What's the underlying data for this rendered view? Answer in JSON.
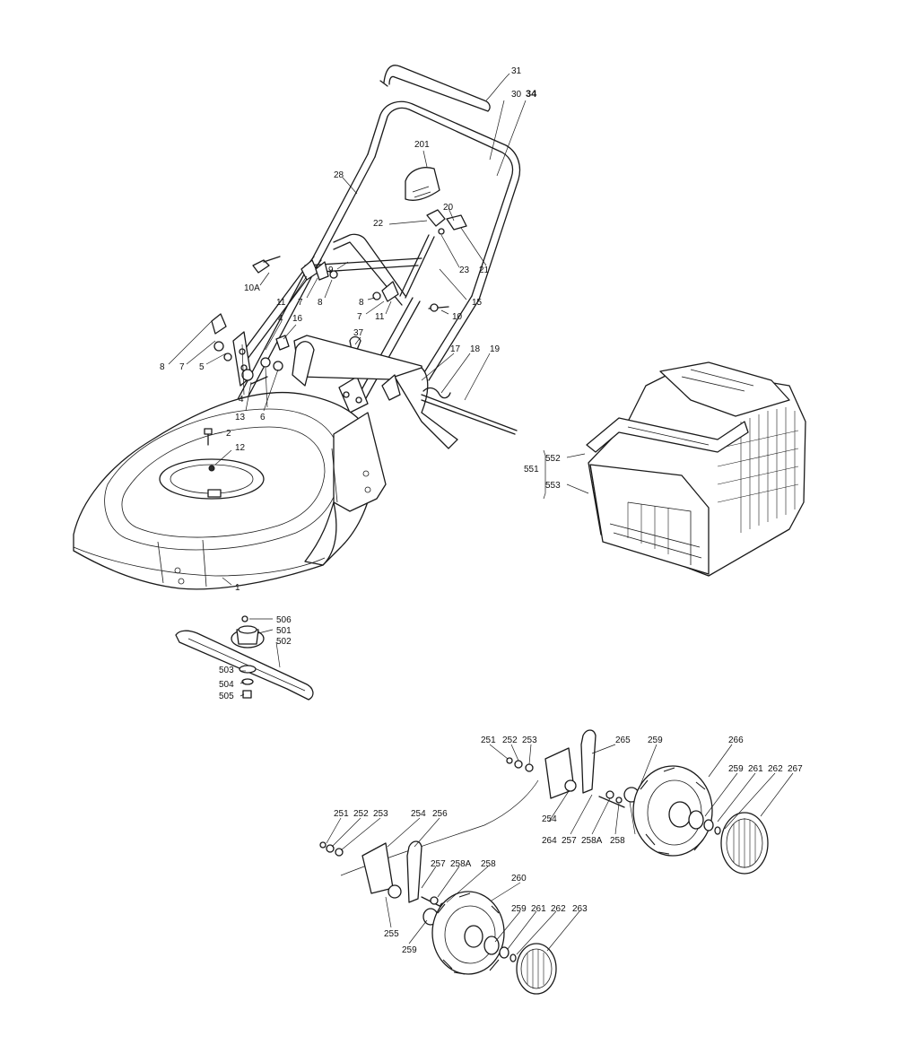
{
  "diagram": {
    "labels": [
      {
        "id": "31",
        "text": "31"
      },
      {
        "id": "30",
        "text": "30"
      },
      {
        "id": "34",
        "text": "34"
      },
      {
        "id": "201",
        "text": "201"
      },
      {
        "id": "28",
        "text": "28"
      },
      {
        "id": "20",
        "text": "20"
      },
      {
        "id": "22",
        "text": "22"
      },
      {
        "id": "23",
        "text": "23"
      },
      {
        "id": "21",
        "text": "21"
      },
      {
        "id": "10A",
        "text": "10A"
      },
      {
        "id": "9",
        "text": "9"
      },
      {
        "id": "15",
        "text": "15"
      },
      {
        "id": "11a",
        "text": "11"
      },
      {
        "id": "7a",
        "text": "7"
      },
      {
        "id": "8a",
        "text": "8"
      },
      {
        "id": "8b",
        "text": "8"
      },
      {
        "id": "7b",
        "text": "7"
      },
      {
        "id": "11b",
        "text": "11"
      },
      {
        "id": "10",
        "text": "10"
      },
      {
        "id": "4a",
        "text": "4"
      },
      {
        "id": "16",
        "text": "16"
      },
      {
        "id": "37",
        "text": "37"
      },
      {
        "id": "17",
        "text": "17"
      },
      {
        "id": "18",
        "text": "18"
      },
      {
        "id": "19",
        "text": "19"
      },
      {
        "id": "8c",
        "text": "8"
      },
      {
        "id": "7c",
        "text": "7"
      },
      {
        "id": "5",
        "text": "5"
      },
      {
        "id": "4b",
        "text": "4"
      },
      {
        "id": "13",
        "text": "13"
      },
      {
        "id": "6",
        "text": "6"
      },
      {
        "id": "2",
        "text": "2"
      },
      {
        "id": "12",
        "text": "12"
      },
      {
        "id": "1",
        "text": "1"
      },
      {
        "id": "552",
        "text": "552"
      },
      {
        "id": "551",
        "text": "551"
      },
      {
        "id": "553",
        "text": "553"
      },
      {
        "id": "506",
        "text": "506"
      },
      {
        "id": "501",
        "text": "501"
      },
      {
        "id": "502",
        "text": "502"
      },
      {
        "id": "503",
        "text": "503"
      },
      {
        "id": "504",
        "text": "504"
      },
      {
        "id": "505",
        "text": "505"
      },
      {
        "id": "251a",
        "text": "251"
      },
      {
        "id": "252a",
        "text": "252"
      },
      {
        "id": "253a",
        "text": "253"
      },
      {
        "id": "265",
        "text": "265"
      },
      {
        "id": "259a",
        "text": "259"
      },
      {
        "id": "266",
        "text": "266"
      },
      {
        "id": "259b",
        "text": "259"
      },
      {
        "id": "261a",
        "text": "261"
      },
      {
        "id": "262a",
        "text": "262"
      },
      {
        "id": "267",
        "text": "267"
      },
      {
        "id": "254a",
        "text": "254"
      },
      {
        "id": "264",
        "text": "264"
      },
      {
        "id": "257a",
        "text": "257"
      },
      {
        "id": "258Aa",
        "text": "258A"
      },
      {
        "id": "258a",
        "text": "258"
      },
      {
        "id": "251b",
        "text": "251"
      },
      {
        "id": "252b",
        "text": "252"
      },
      {
        "id": "253b",
        "text": "253"
      },
      {
        "id": "254b",
        "text": "254"
      },
      {
        "id": "256",
        "text": "256"
      },
      {
        "id": "257b",
        "text": "257"
      },
      {
        "id": "258Ab",
        "text": "258A"
      },
      {
        "id": "258b",
        "text": "258"
      },
      {
        "id": "260",
        "text": "260"
      },
      {
        "id": "259c",
        "text": "259"
      },
      {
        "id": "261b",
        "text": "261"
      },
      {
        "id": "262b",
        "text": "262"
      },
      {
        "id": "263",
        "text": "263"
      },
      {
        "id": "255",
        "text": "255"
      },
      {
        "id": "259d",
        "text": "259"
      }
    ]
  }
}
